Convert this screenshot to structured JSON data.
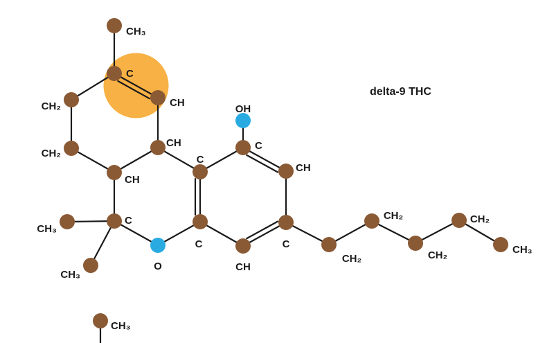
{
  "title": "delta-9 THC",
  "colors": {
    "carbon": "#8a5a35",
    "oxygen": "#29abe2",
    "highlight": "#f7a830",
    "bond": "#1a1a1a"
  },
  "atoms": [
    {
      "id": "ch3_top",
      "label": "CH₃",
      "element": "C"
    },
    {
      "id": "c_ring",
      "label": "C",
      "element": "C"
    },
    {
      "id": "ch_ring",
      "label": "CH",
      "element": "C"
    },
    {
      "id": "ch2_left_upper",
      "label": "CH₂",
      "element": "C"
    },
    {
      "id": "ch2_left_lower",
      "label": "CH₂",
      "element": "C"
    },
    {
      "id": "ch_junction",
      "label": "CH",
      "element": "C"
    },
    {
      "id": "ch_lower",
      "label": "CH",
      "element": "C"
    },
    {
      "id": "c_quat",
      "label": "C",
      "element": "C"
    },
    {
      "id": "ch3_left",
      "label": "CH₃",
      "element": "C"
    },
    {
      "id": "ch3_lower",
      "label": "CH₃",
      "element": "C"
    },
    {
      "id": "o_ring",
      "label": "O",
      "element": "O"
    },
    {
      "id": "c_arom_top",
      "label": "C",
      "element": "C"
    },
    {
      "id": "c_arom_bottom",
      "label": "C",
      "element": "C"
    },
    {
      "id": "c_oh",
      "label": "C",
      "element": "C"
    },
    {
      "id": "oh",
      "label": "OH",
      "element": "O"
    },
    {
      "id": "ch_arom_right",
      "label": "CH",
      "element": "C"
    },
    {
      "id": "c_arom_right",
      "label": "C",
      "element": "C"
    },
    {
      "id": "ch_arom_bottom",
      "label": "CH",
      "element": "C"
    },
    {
      "id": "chain1",
      "label": "CH₂",
      "element": "C"
    },
    {
      "id": "chain2",
      "label": "CH₂",
      "element": "C"
    },
    {
      "id": "chain3",
      "label": "CH₂",
      "element": "C"
    },
    {
      "id": "chain4",
      "label": "CH₂",
      "element": "C"
    },
    {
      "id": "chain_end",
      "label": "CH₃",
      "element": "C"
    },
    {
      "id": "ch3_bottom",
      "label": "CH₃",
      "element": "C"
    }
  ],
  "bonds": [
    {
      "a": "ch3_top",
      "b": "c_ring",
      "order": 1
    },
    {
      "a": "c_ring",
      "b": "ch_ring",
      "order": 2
    },
    {
      "a": "c_ring",
      "b": "ch2_left_upper",
      "order": 1
    },
    {
      "a": "ch2_left_upper",
      "b": "ch2_left_lower",
      "order": 1
    },
    {
      "a": "ch2_left_lower",
      "b": "ch_lower",
      "order": 1
    },
    {
      "a": "ch_ring",
      "b": "ch_junction",
      "order": 1
    },
    {
      "a": "ch_junction",
      "b": "ch_lower",
      "order": 1
    },
    {
      "a": "ch_junction",
      "b": "c_arom_top",
      "order": 1
    },
    {
      "a": "ch_lower",
      "b": "c_quat",
      "order": 1
    },
    {
      "a": "c_quat",
      "b": "ch3_left",
      "order": 1
    },
    {
      "a": "c_quat",
      "b": "ch3_lower",
      "order": 1
    },
    {
      "a": "c_quat",
      "b": "o_ring",
      "order": 1
    },
    {
      "a": "o_ring",
      "b": "c_arom_bottom",
      "order": 1
    },
    {
      "a": "c_arom_top",
      "b": "c_arom_bottom",
      "order": 2
    },
    {
      "a": "c_arom_top",
      "b": "c_oh",
      "order": 1
    },
    {
      "a": "c_oh",
      "b": "oh",
      "order": 1
    },
    {
      "a": "c_oh",
      "b": "ch_arom_right",
      "order": 2
    },
    {
      "a": "ch_arom_right",
      "b": "c_arom_right",
      "order": 1
    },
    {
      "a": "c_arom_right",
      "b": "ch_arom_bottom",
      "order": 2
    },
    {
      "a": "ch_arom_bottom",
      "b": "c_arom_bottom",
      "order": 1
    },
    {
      "a": "c_arom_right",
      "b": "chain1",
      "order": 1
    },
    {
      "a": "chain1",
      "b": "chain2",
      "order": 1
    },
    {
      "a": "chain2",
      "b": "chain3",
      "order": 1
    },
    {
      "a": "chain3",
      "b": "chain4",
      "order": 1
    },
    {
      "a": "chain4",
      "b": "chain_end",
      "order": 1
    }
  ],
  "highlighted_bond": {
    "a": "c_ring",
    "b": "ch_ring"
  }
}
